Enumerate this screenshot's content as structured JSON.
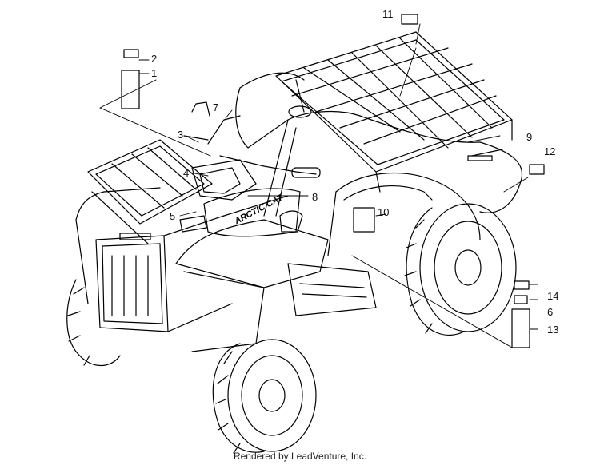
{
  "callouts": {
    "c1": "1",
    "c2": "2",
    "c3": "3",
    "c4": "4",
    "c5": "5",
    "c6": "6",
    "c7": "7",
    "c8": "8",
    "c9": "9",
    "c10": "10",
    "c11": "11",
    "c12": "12",
    "c13": "13",
    "c14": "14"
  },
  "decal_brand": "ARCTIC CAT",
  "footer": "Rendered by LeadVenture, Inc.",
  "colors": {
    "line": "#000000",
    "background": "#ffffff"
  }
}
